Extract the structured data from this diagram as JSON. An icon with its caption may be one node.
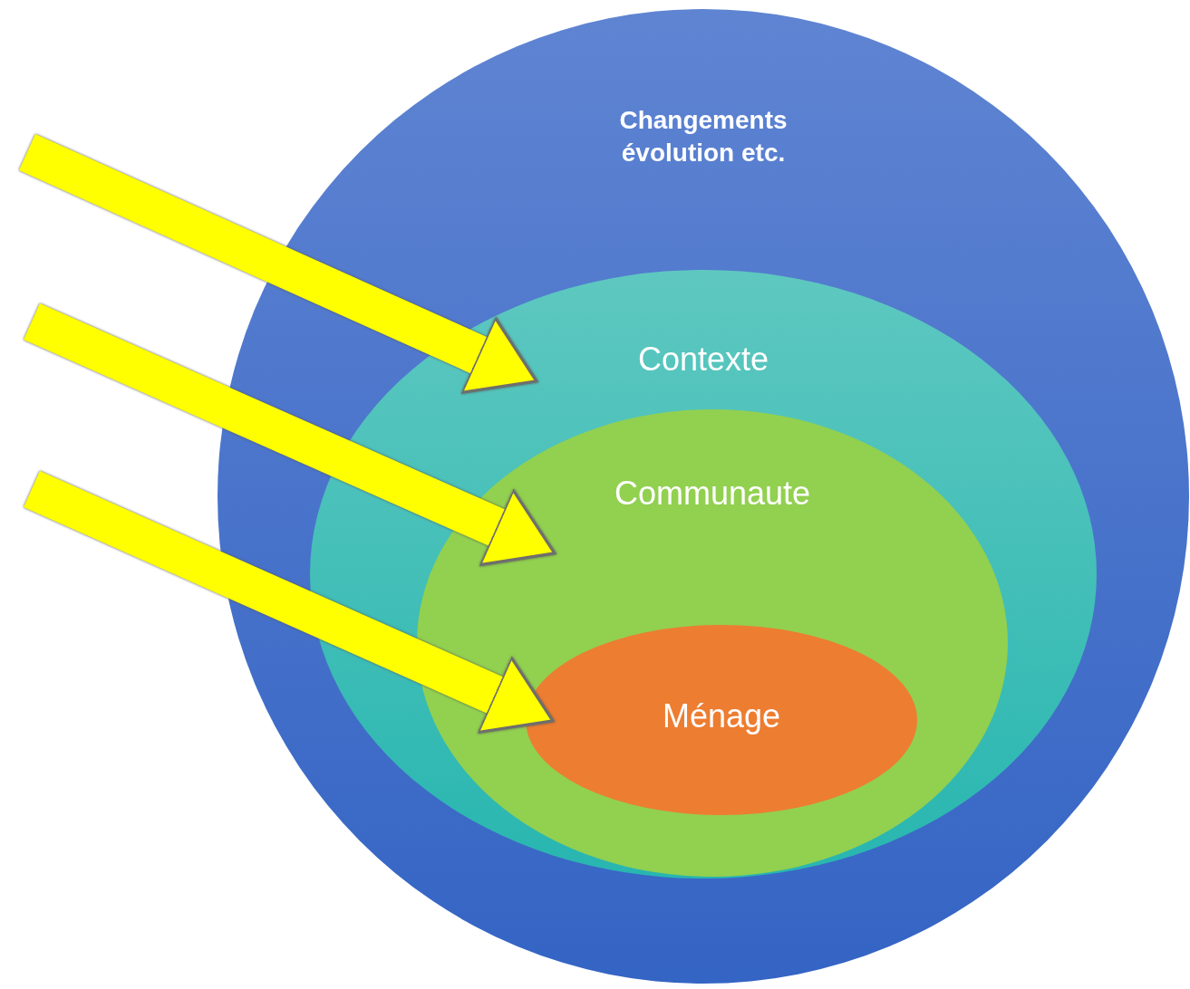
{
  "diagram": {
    "nodes": [
      {
        "text": [
          "Changements évolution etc."
        ]
      },
      {
        "text": [
          "Contexte"
        ],
        "in": 0
      },
      {
        "text": [
          "Communaute"
        ],
        "in": 1
      },
      {
        "text": [
          "Ménage"
        ],
        "in": 2
      }
    ],
    "edges": [
      {
        "from": null,
        "to": 1,
        "arrow": "to"
      },
      {
        "from": null,
        "to": 2,
        "arrow": "to"
      },
      {
        "from": null,
        "to": 3,
        "arrow": "to"
      }
    ]
  }
}
